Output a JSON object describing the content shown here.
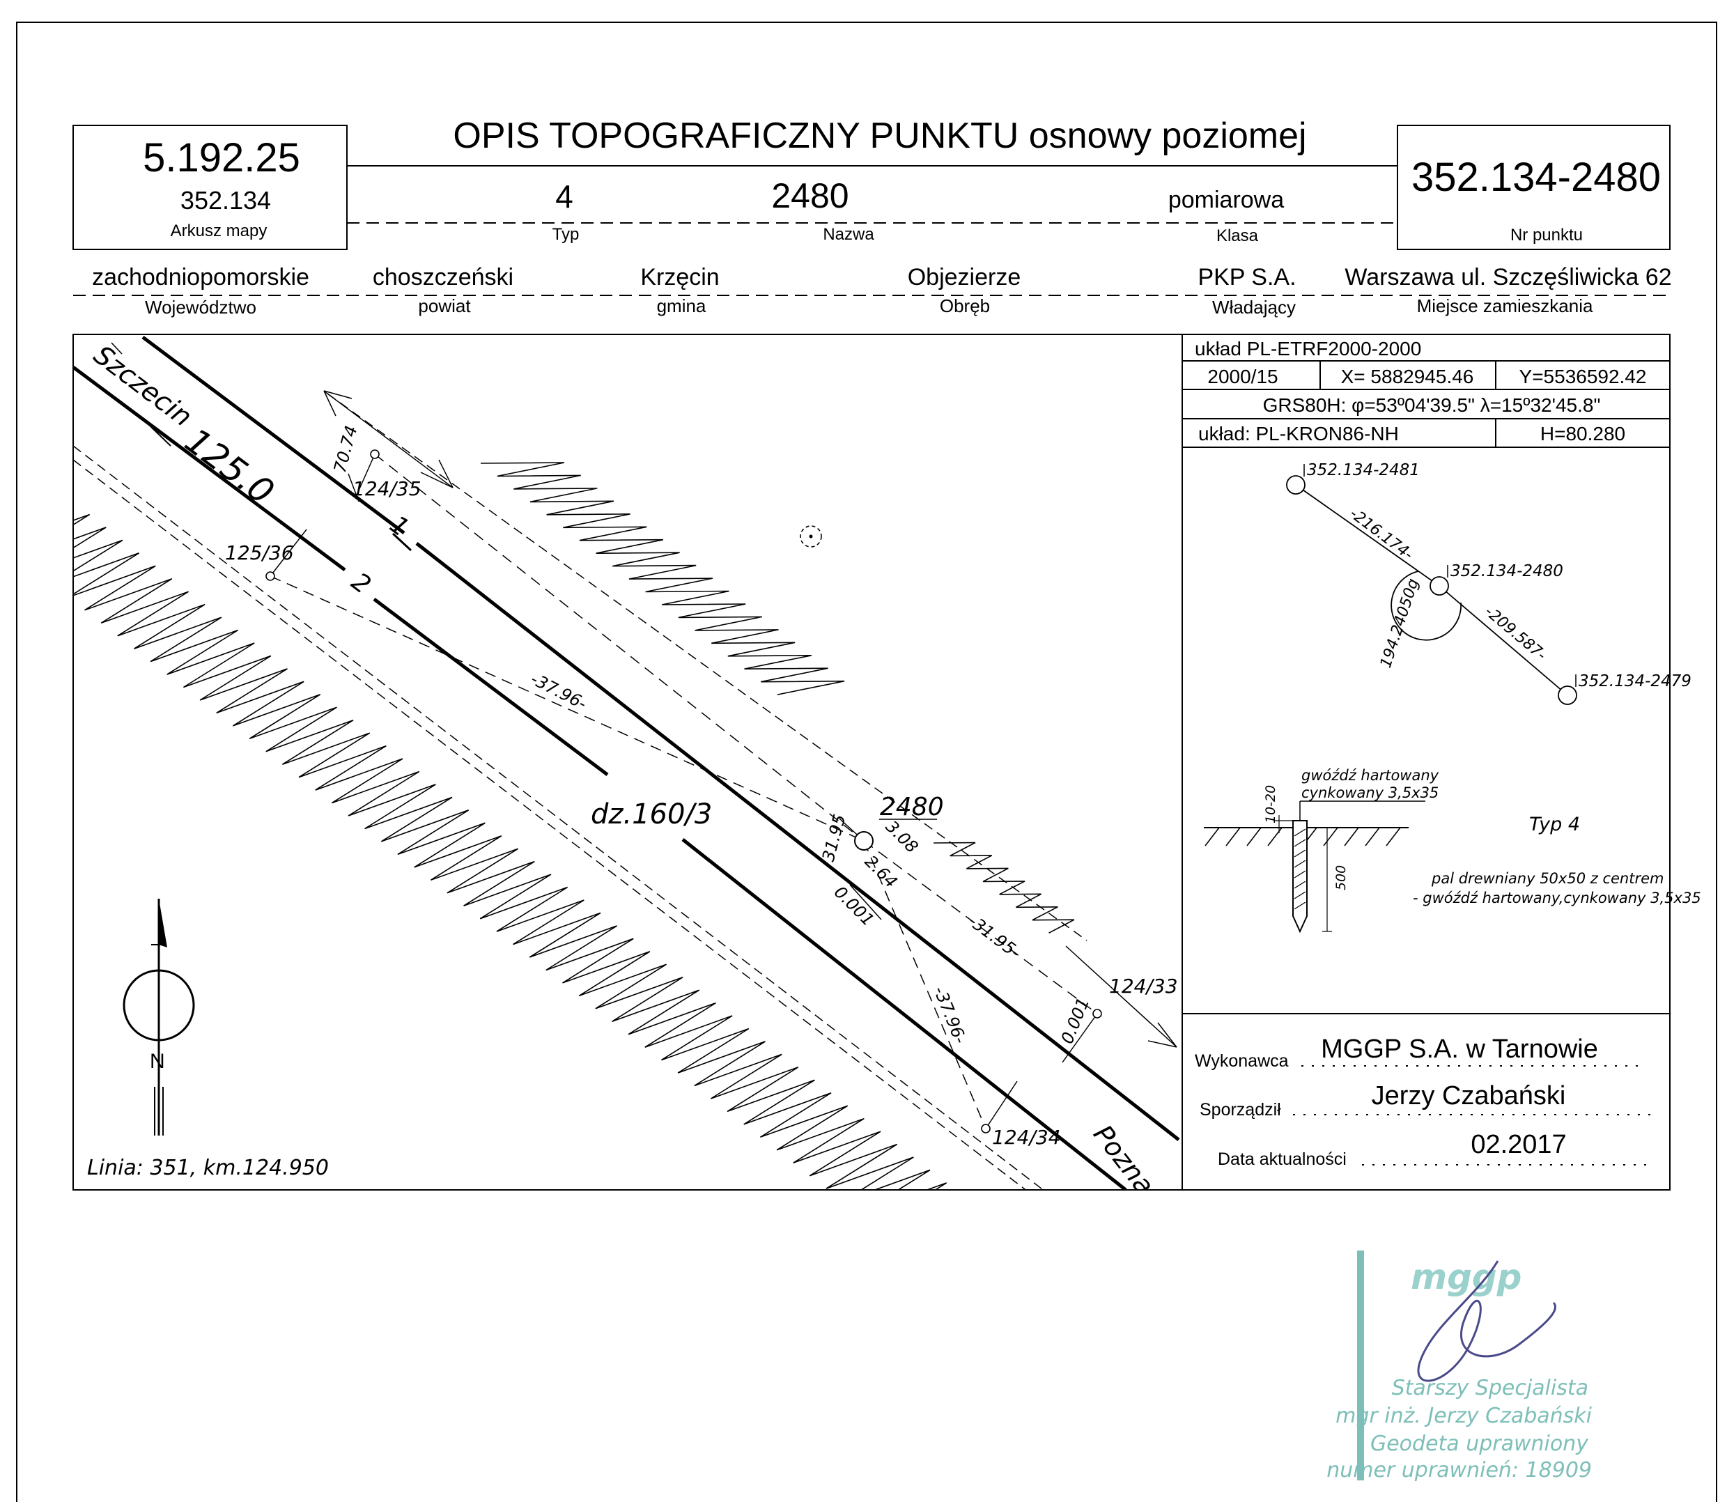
{
  "header": {
    "title": "OPIS TOPOGRAFICZNY PUNKTU osnowy poziomej",
    "sheet_number": "5.192.25",
    "sheet_map": "352.134",
    "sheet_label": "Arkusz mapy",
    "type_value": "4",
    "type_label": "Typ",
    "name_value": "2480",
    "name_label": "Nazwa",
    "class_value": "pomiarowa",
    "class_label": "Klasa",
    "point_number": "352.134-2480",
    "point_number_label": "Nr punktu"
  },
  "admin": {
    "voivodeship": "zachodniopomorskie",
    "voivodeship_label": "Województwo",
    "county": "choszczeński",
    "county_label": "powiat",
    "commune": "Krzęcin",
    "commune_label": "gmina",
    "precinct": "Objezierze",
    "precinct_label": "Obręb",
    "owner": "PKP S.A.",
    "owner_label": "Władający",
    "residence": "Warszawa ul. Szczęśliwicka 62",
    "residence_label": "Miejsce zamieszkania"
  },
  "coords": {
    "system": "układ PL-ETRF2000-2000",
    "zone": "2000/15",
    "x": "X= 5882945.46",
    "y": "Y=5536592.42",
    "grs": "GRS80H: φ=53º04'39.5\" λ=15º32'45.8\"",
    "height_system": "układ: PL-KRON86-NH",
    "height": "H=80.280"
  },
  "network": {
    "point_a": "352.134-2481",
    "point_b": "352.134-2480",
    "point_c": "352.134-2479",
    "dist_ab": "-216.174-",
    "dist_bc": "-209.587-",
    "angle": "194.24050g"
  },
  "marker": {
    "nail": "gwóźdź hartowany cynkowany 3,5x35",
    "nail_line1": "gwóźdź hartowany",
    "nail_line2": "cynkowany 3,5x35",
    "type": "Typ 4",
    "post_line1": "pal drewniany 50x50 z centrem",
    "post_line2": "- gwóźdź hartowany,cynkowany 3,5x35",
    "dim_top": "10-20",
    "dim_depth": "500"
  },
  "sketch": {
    "direction_left": "Szczecin",
    "direction_right": "Poznań",
    "km": "125.0",
    "track1": "1",
    "track2": "2",
    "parcel": "dz.160/3",
    "point": "2480",
    "post_124_35": "124/35",
    "post_125_36": "125/36",
    "post_124_33": "124/33",
    "post_124_34": "124/34",
    "d_7074": "70.74",
    "d_3796a": "-37.96-",
    "d_3796b": "-37.96-",
    "d_3195a": "31.95",
    "d_3195b": "-31.95-",
    "d_308": "3.08",
    "d_264": "2.64",
    "d_0001a": "0.001",
    "d_0001b": "0.001",
    "line_label": "Linia: 351, km.124.950",
    "north": "N"
  },
  "footer": {
    "contractor_label": "Wykonawca",
    "contractor": "MGGP S.A.  w Tarnowie",
    "author_label": "Sporządził",
    "author": "Jerzy Czabański",
    "date_label": "Data aktualności",
    "date": "02.2017"
  },
  "stamp": {
    "logo": "mggp",
    "line1": "Starszy Specjalista",
    "line2": "mgr inż. Jerzy Czabański",
    "line3": "Geodeta uprawniony",
    "line4": "numer uprawnień: 18909"
  }
}
